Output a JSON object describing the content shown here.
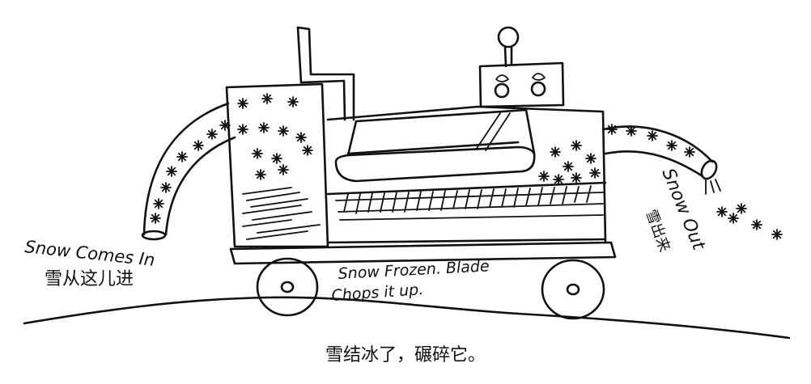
{
  "labels": {
    "snow_in_en": "Snow Comes In",
    "snow_in_zh": "雪从这儿进",
    "frozen_line1": "Snow Frozen. Blade",
    "frozen_line2": "Chops it up.",
    "snow_out_en": "Snow Out",
    "snow_out_zh": "雪出来",
    "bottom_zh": "雪结冰了，碾碎它。"
  },
  "colors": {
    "ink": "#111111",
    "paper": "#ffffff"
  }
}
